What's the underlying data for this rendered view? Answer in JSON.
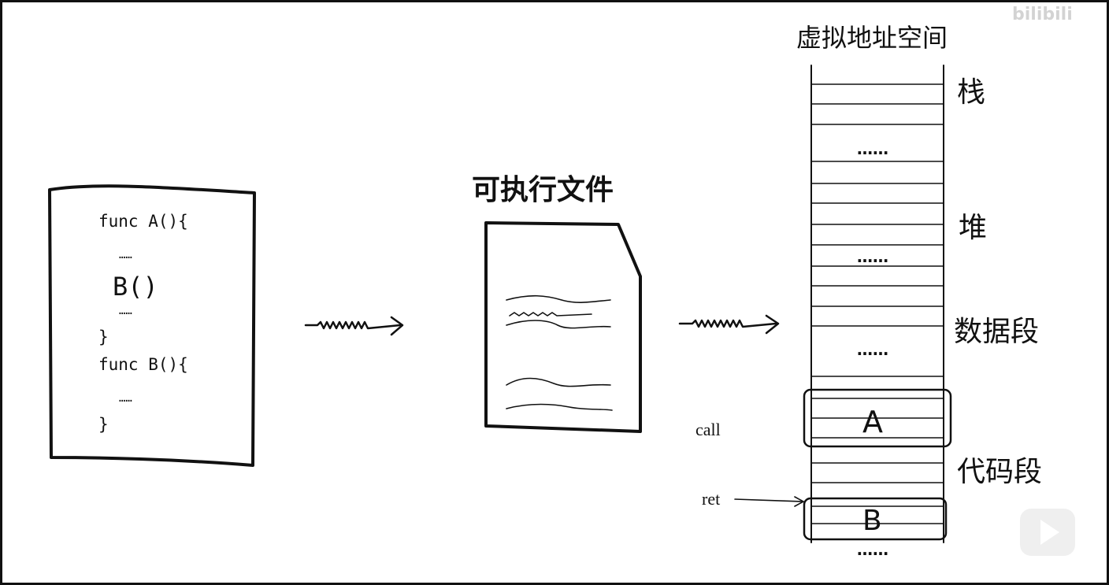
{
  "source_code": {
    "lines": [
      "func A(){",
      "……",
      "B()",
      "……",
      "}",
      "func B(){",
      "……",
      "}"
    ]
  },
  "executable": {
    "title": "可执行文件"
  },
  "address_space": {
    "title": "虚拟地址空间",
    "ellipsis": "……",
    "segments": {
      "stack": "栈",
      "heap": "堆",
      "data": "数据段",
      "code": "代码段"
    },
    "frames": {
      "a": "A",
      "b": "B"
    },
    "call_label": "call",
    "ret_label": "ret"
  },
  "watermark": {
    "text": "bilibili",
    "icon": "tv-play-icon"
  }
}
